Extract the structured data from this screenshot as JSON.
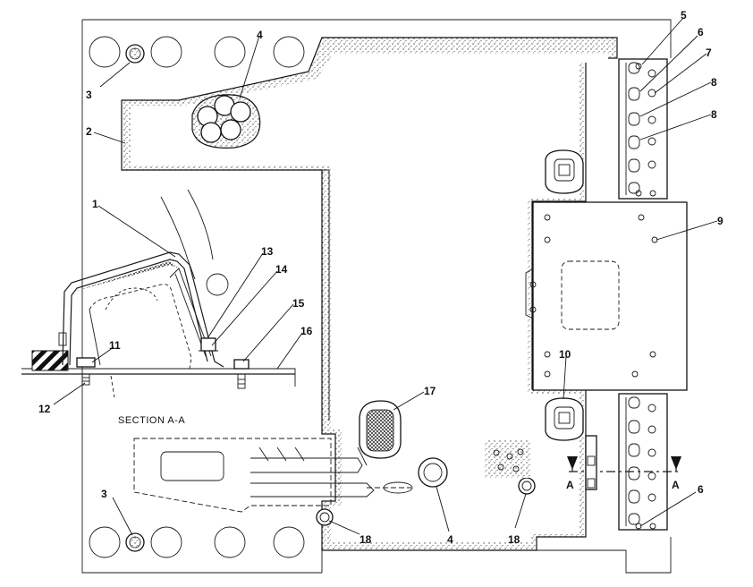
{
  "section_title": "SECTION A-A",
  "section_marker": "A",
  "callouts": [
    {
      "id": "c1",
      "label": "1"
    },
    {
      "id": "c2",
      "label": "2"
    },
    {
      "id": "c3a",
      "label": "3"
    },
    {
      "id": "c3b",
      "label": "3"
    },
    {
      "id": "c4a",
      "label": "4"
    },
    {
      "id": "c4b",
      "label": "4"
    },
    {
      "id": "c5",
      "label": "5"
    },
    {
      "id": "c6a",
      "label": "6"
    },
    {
      "id": "c6b",
      "label": "6"
    },
    {
      "id": "c7",
      "label": "7"
    },
    {
      "id": "c8a",
      "label": "8"
    },
    {
      "id": "c8b",
      "label": "8"
    },
    {
      "id": "c9",
      "label": "9"
    },
    {
      "id": "c10",
      "label": "10"
    },
    {
      "id": "c11",
      "label": "11"
    },
    {
      "id": "c12",
      "label": "12"
    },
    {
      "id": "c13",
      "label": "13"
    },
    {
      "id": "c14",
      "label": "14"
    },
    {
      "id": "c15",
      "label": "15"
    },
    {
      "id": "c16",
      "label": "16"
    },
    {
      "id": "c17",
      "label": "17"
    },
    {
      "id": "c18a",
      "label": "18"
    },
    {
      "id": "c18b",
      "label": "18"
    }
  ]
}
